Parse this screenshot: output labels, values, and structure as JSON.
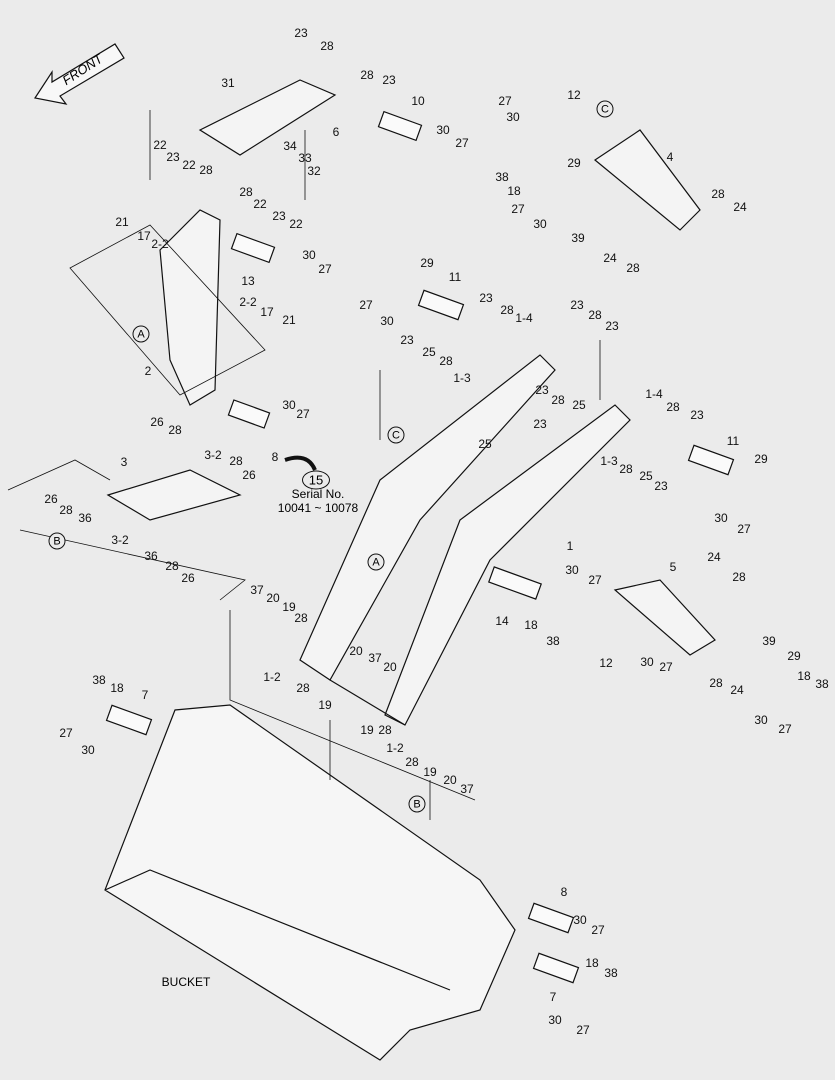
{
  "front_label": "FRONT",
  "bucket_label": "BUCKET",
  "serial": {
    "ref": "15",
    "title": "Serial No.",
    "range": "10041 ~ 10078"
  },
  "section_refs": [
    "A",
    "B",
    "C",
    "C",
    "A",
    "B"
  ],
  "callouts": [
    "23",
    "28",
    "31",
    "28",
    "23",
    "10",
    "6",
    "30",
    "27",
    "22",
    "23",
    "22",
    "28",
    "34",
    "33",
    "32",
    "28",
    "22",
    "23",
    "22",
    "21",
    "17",
    "2-2",
    "30",
    "27",
    "13",
    "2-2",
    "17",
    "21",
    "2",
    "30",
    "27",
    "26",
    "28",
    "8",
    "3",
    "3-2",
    "28",
    "26",
    "26",
    "28",
    "36",
    "3-2",
    "36",
    "28",
    "26",
    "27",
    "12",
    "30",
    "4",
    "29",
    "38",
    "18",
    "27",
    "30",
    "39",
    "28",
    "24",
    "24",
    "28",
    "29",
    "11",
    "27",
    "30",
    "23",
    "28",
    "1-4",
    "23",
    "28",
    "23",
    "23",
    "25",
    "28",
    "1-3",
    "23",
    "28",
    "25",
    "25",
    "23",
    "1-4",
    "28",
    "23",
    "11",
    "29",
    "1-3",
    "28",
    "25",
    "23",
    "30",
    "27",
    "1",
    "30",
    "27",
    "5",
    "24",
    "28",
    "14",
    "18",
    "38",
    "12",
    "30",
    "27",
    "39",
    "29",
    "18",
    "38",
    "28",
    "24",
    "30",
    "27",
    "37",
    "20",
    "19",
    "28",
    "1-2",
    "28",
    "19",
    "20",
    "37",
    "20",
    "19",
    "28",
    "1-2",
    "28",
    "19",
    "20",
    "37",
    "38",
    "18",
    "7",
    "27",
    "30",
    "8",
    "30",
    "27",
    "18",
    "38",
    "7",
    "30",
    "27"
  ]
}
